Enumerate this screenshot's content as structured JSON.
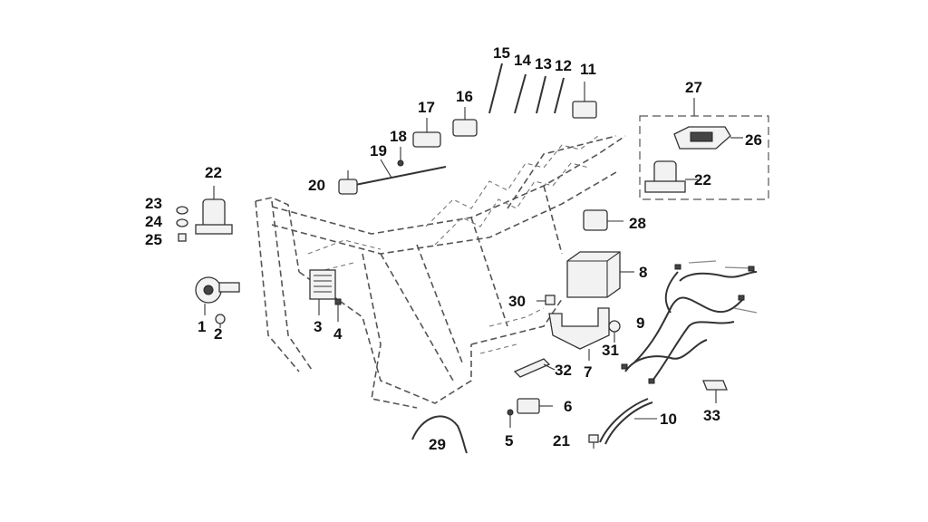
{
  "labels": {
    "l1": "1",
    "l2": "2",
    "l3": "3",
    "l4": "4",
    "l5": "5",
    "l6": "6",
    "l7": "7",
    "l8": "8",
    "l9": "9",
    "l10": "10",
    "l11": "11",
    "l12": "12",
    "l13": "13",
    "l14": "14",
    "l15": "15",
    "l16": "16",
    "l17": "17",
    "l18": "18",
    "l19": "19",
    "l20": "20",
    "l21": "21",
    "l22a": "22",
    "l22b": "22",
    "l23": "23",
    "l24": "24",
    "l25": "25",
    "l26": "26",
    "l27": "27",
    "l28": "28",
    "l29": "29",
    "l30": "30",
    "l31": "31",
    "l32": "32",
    "l33": "33"
  }
}
